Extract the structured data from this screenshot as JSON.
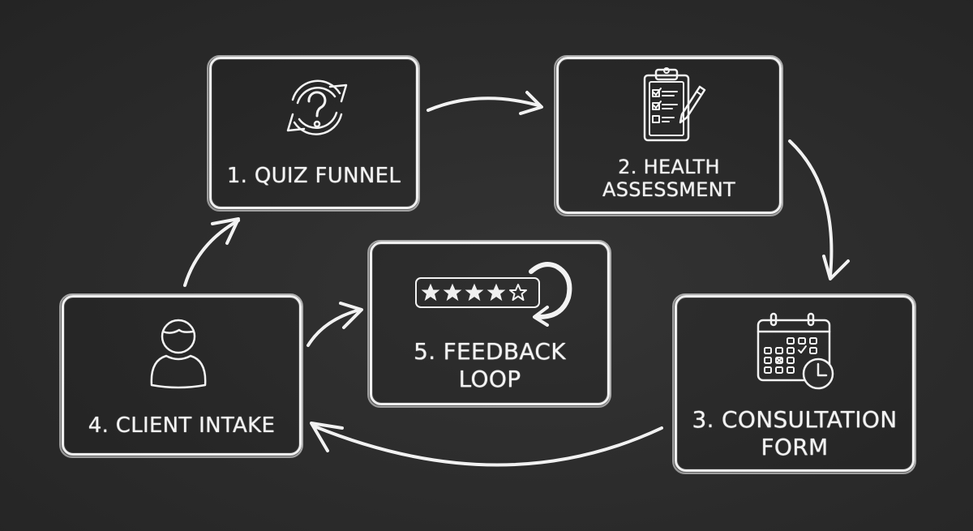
{
  "diagram": {
    "type": "cycle-flow",
    "theme": {
      "background": "#2a2a2a",
      "chalk": "#f2f2f2"
    },
    "steps": [
      {
        "id": 1,
        "label": "1. QUIZ FUNNEL",
        "icon": "question-refresh-icon"
      },
      {
        "id": 2,
        "label_line1": "2. HEALTH",
        "label_line2": "ASSESSMENT",
        "icon": "clipboard-checklist-icon"
      },
      {
        "id": 3,
        "label_line1": "3. CONSULTATION",
        "label_line2": "FORM",
        "icon": "calendar-clock-icon"
      },
      {
        "id": 4,
        "label": "4. CLIENT INTAKE",
        "icon": "user-icon"
      },
      {
        "id": 5,
        "label_line1": "5. FEEDBACK",
        "label_line2": "LOOP",
        "icon": "star-rating-loop-icon",
        "rating": {
          "filled": 4,
          "total": 5
        }
      }
    ],
    "connections": [
      {
        "from": 1,
        "to": 2
      },
      {
        "from": 2,
        "to": 3
      },
      {
        "from": 3,
        "to": 4
      },
      {
        "from": 4,
        "to": 1
      },
      {
        "from": 4,
        "to": 5
      }
    ]
  }
}
